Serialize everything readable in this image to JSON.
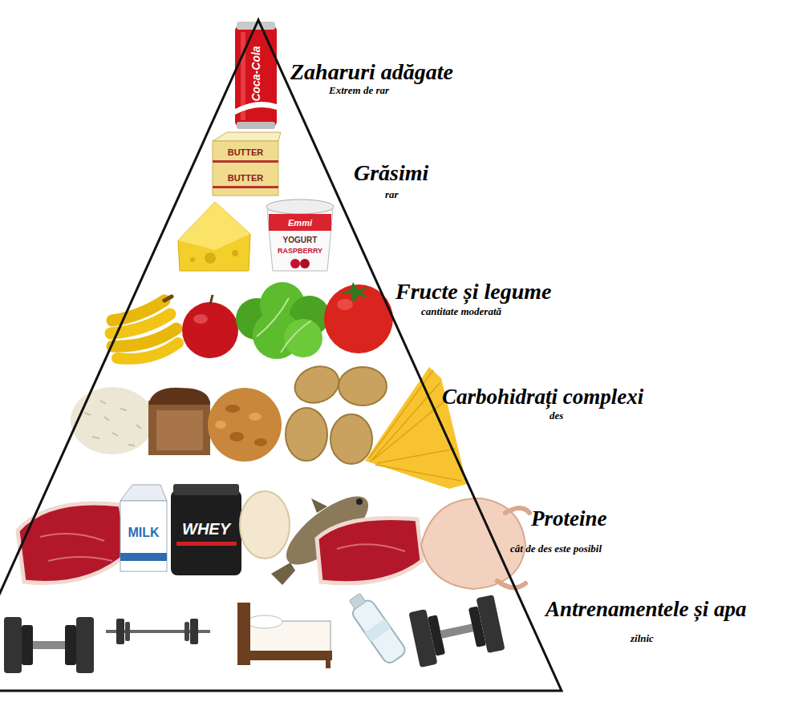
{
  "diagram": {
    "labels": [
      "Coca-Cola",
      "Zaharuri adăgate",
      "Extrem de rar",
      "BUTTER",
      "BUTTER",
      "Grăsimi",
      "rar",
      "Emmi",
      "YOGURT",
      "RASPBERRY",
      "Fructe și legume",
      "cantitate moderată",
      "Carbohidrați complexi",
      "des",
      "MILK",
      "WHEY",
      "Proteine",
      "cât de des este posibil",
      "Antrenamentele și apa",
      "zilnic"
    ]
  }
}
